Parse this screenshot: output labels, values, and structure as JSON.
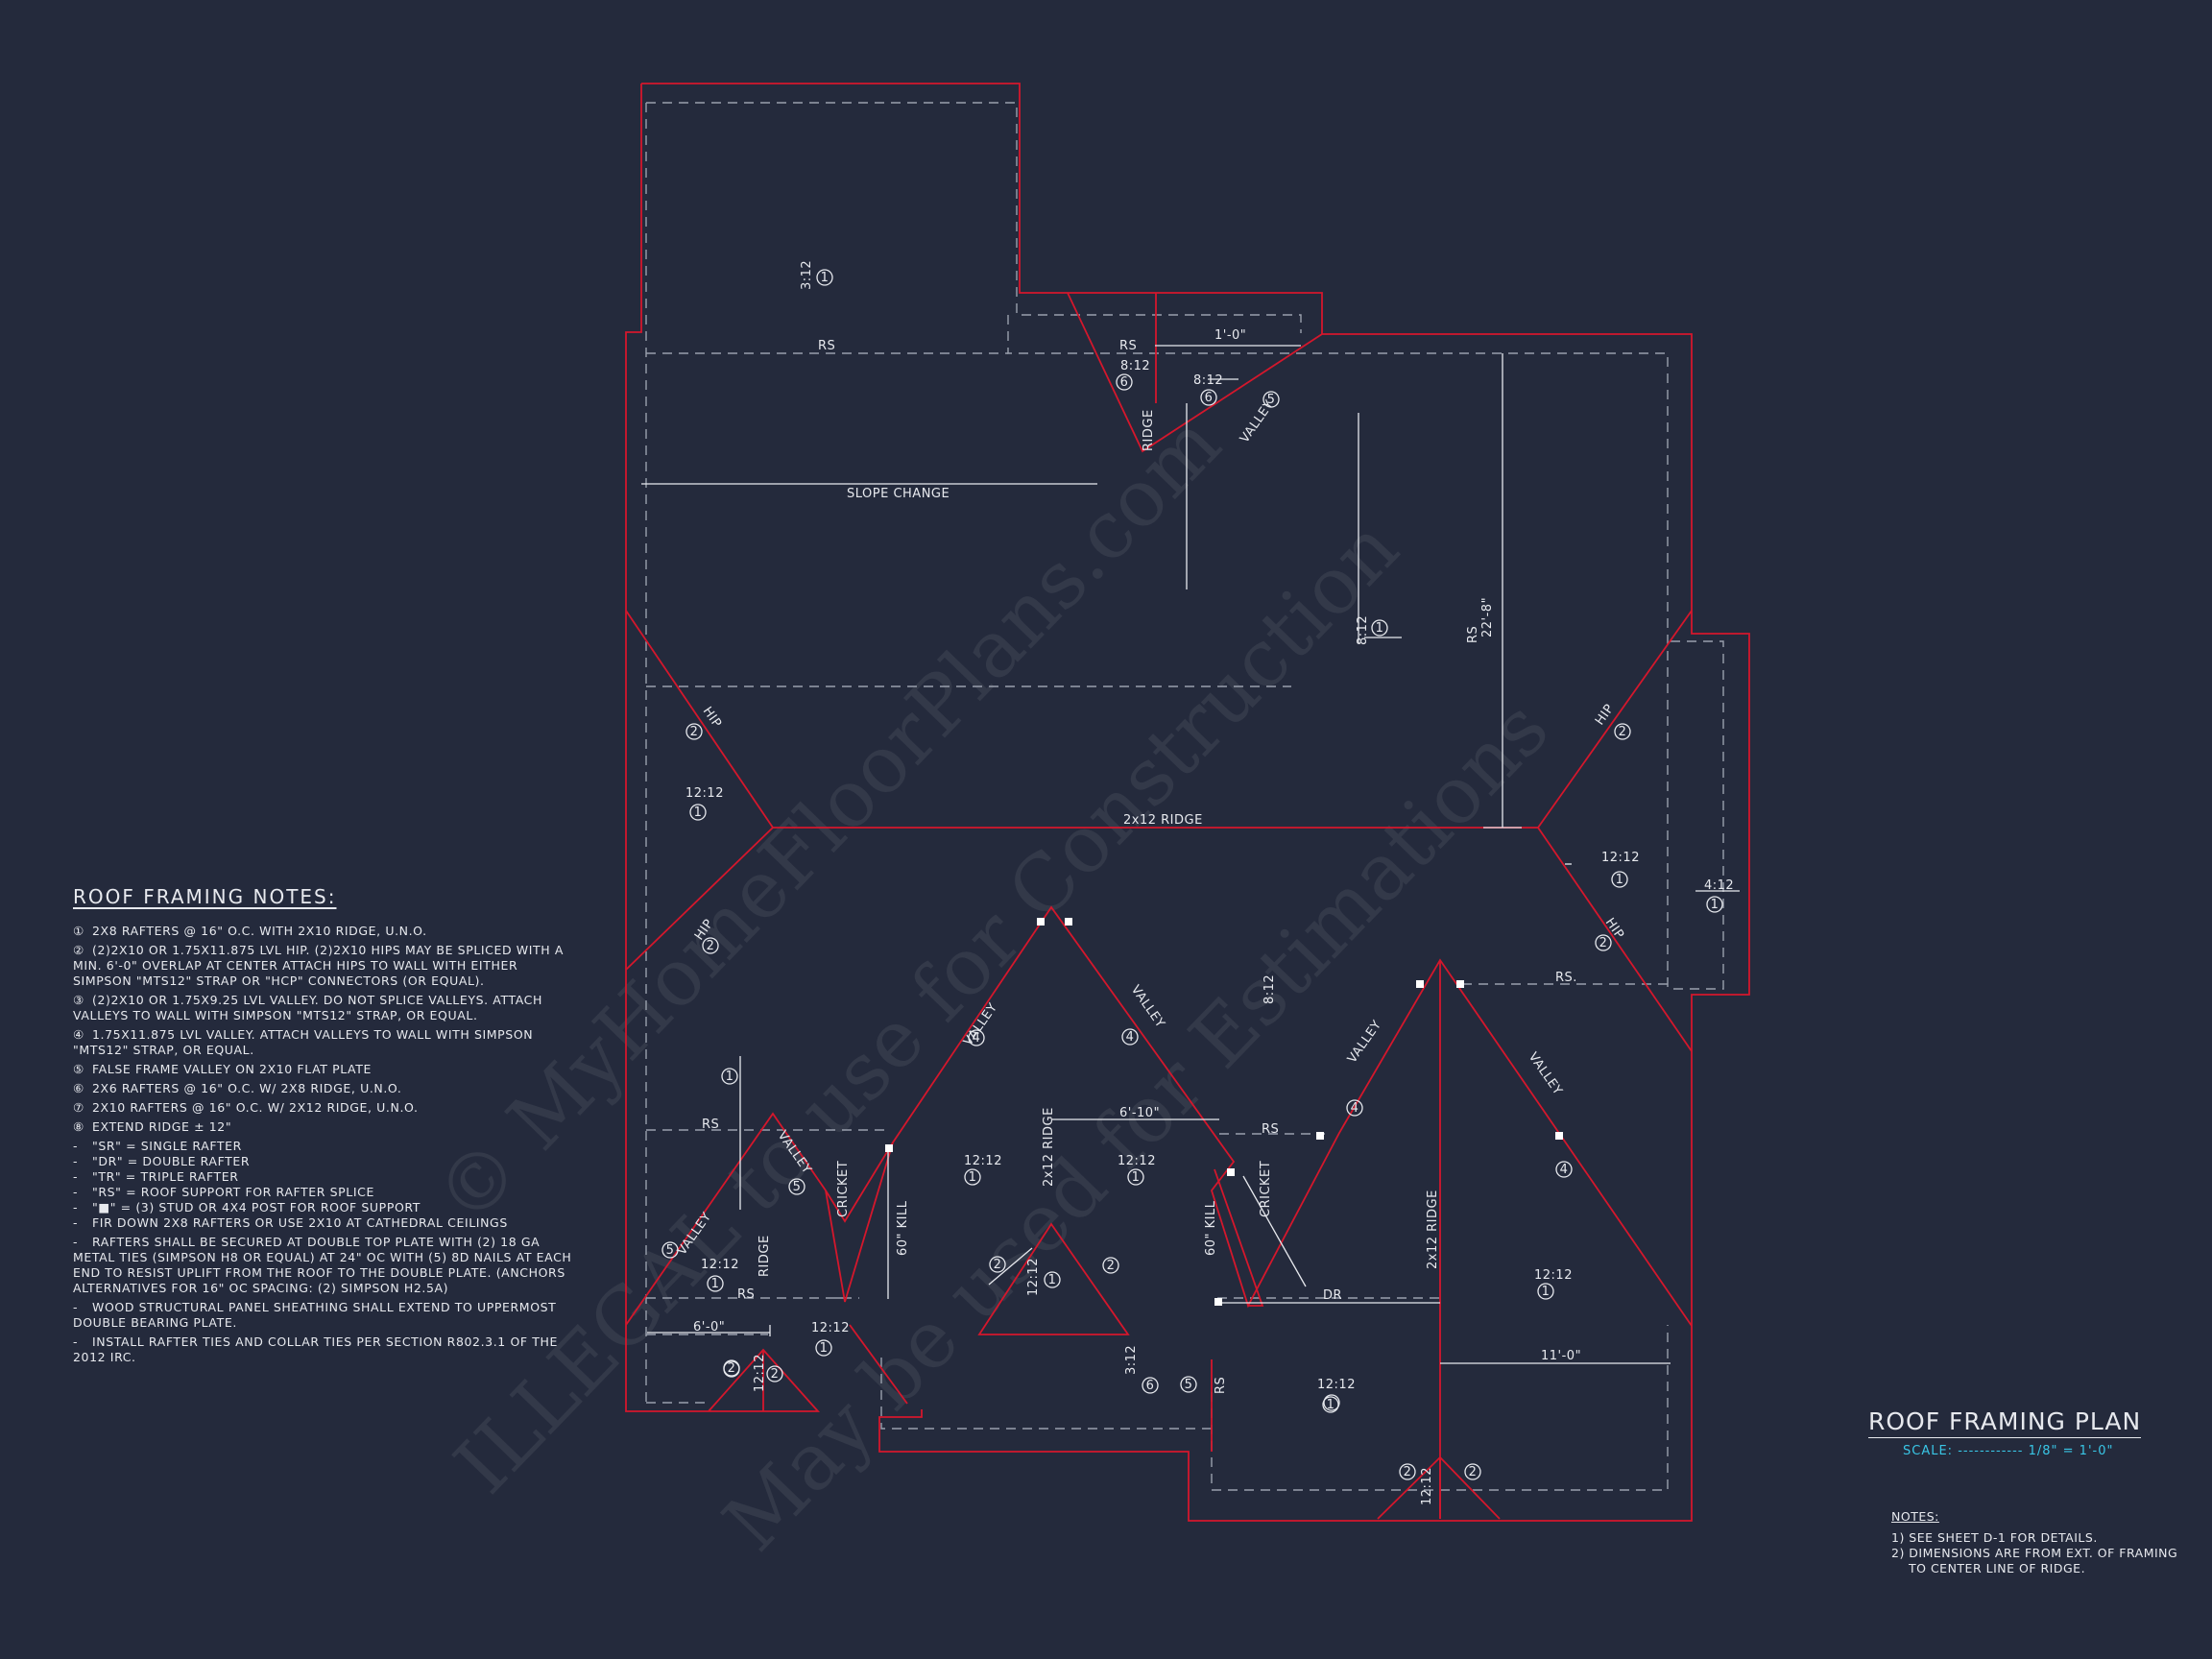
{
  "labels": {
    "rs": "RS",
    "rs_dot": "RS.",
    "slope_change": "SLOPE CHANGE",
    "ridge": "RIDGE",
    "ridge_2x12": "2x12 RIDGE",
    "valley": "VALLEY",
    "hip": "HIP",
    "cricket": "CRICKET",
    "dr": "DR",
    "kill_60": "60\" KILL",
    "dim_1_0": "1'-0\"",
    "dim_22_8": "22'-8\"",
    "dim_6_10": "6'-10\"",
    "dim_6_0": "6'-0\"",
    "dim_11_0": "11'-0\"",
    "p3": "3:12",
    "p4": "4:12",
    "p8": "8:12",
    "p12": "12:12",
    "c1": "1",
    "c2": "2",
    "c4": "4",
    "c5": "5",
    "c6": "6"
  },
  "notes": {
    "title": "ROOF FRAMING NOTES:",
    "items": [
      {
        "num": "①",
        "text": "2x8 RAFTERS @ 16\" O.C. WITH 2x10 RIDGE, U.N.O."
      },
      {
        "num": "②",
        "text": "(2)2x10 OR 1.75x11.875 LVL HIP. (2)2x10 HIPS MAY BE SPLICED WITH A MIN. 6'-0\" OVERLAP AT CENTER ATTACH HIPS TO WALL WITH EITHER SIMPSON \"MTS12\" STRAP OR \"HCP\" CONNECTORS (OR EQUAL)."
      },
      {
        "num": "③",
        "text": "(2)2x10 OR 1.75x9.25 LVL VALLEY. DO NOT SPLICE VALLEYS. ATTACH VALLEYS TO WALL WITH SIMPSON \"MTS12\" STRAP, OR EQUAL."
      },
      {
        "num": "④",
        "text": "1.75x11.875 LVL VALLEY. ATTACH VALLEYS TO WALL WITH SIMPSON \"MTS12\" STRAP, OR EQUAL."
      },
      {
        "num": "⑤",
        "text": "FALSE FRAME VALLEY ON 2x10 FLAT PLATE"
      },
      {
        "num": "⑥",
        "text": "2x6 RAFTERS @ 16\" O.C. W/ 2x8 RIDGE, U.N.O."
      },
      {
        "num": "⑦",
        "text": "2x10 RAFTERS @ 16\" O.C. W/ 2x12 RIDGE, U.N.O."
      },
      {
        "num": "⑧",
        "text": "EXTEND RIDGE ± 12\""
      },
      {
        "num": "-",
        "text": "\"SR\" = SINGLE RAFTER"
      },
      {
        "num": "-",
        "text": "\"DR\" = DOUBLE RAFTER"
      },
      {
        "num": "-",
        "text": "\"TR\" = TRIPLE RAFTER"
      },
      {
        "num": "-",
        "text": "\"RS\" = ROOF SUPPORT FOR RAFTER SPLICE"
      },
      {
        "num": "-",
        "text": "\"■\" = (3) STUD OR 4x4 POST FOR ROOF SUPPORT"
      },
      {
        "num": "-",
        "text": "FIR DOWN 2x8 RAFTERS OR USE 2x10 AT CATHEDRAL CEILINGS"
      },
      {
        "num": "-",
        "text": "RAFTERS SHALL BE SECURED AT DOUBLE TOP PLATE WITH (2) 18 GA METAL TIES (SIMPSON H8 OR EQUAL) AT 24\" OC WITH (5) 8d NAILS AT EACH END TO RESIST UPLIFT FROM THE ROOF TO THE DOUBLE PLATE. (ANCHORS ALTERNATIVES FOR 16\" OC SPACING: (2) SIMPSON H2.5A)"
      },
      {
        "num": "-",
        "text": "WOOD STRUCTURAL PANEL SHEATHING SHALL EXTEND TO UPPERMOST DOUBLE BEARING PLATE."
      },
      {
        "num": "-",
        "text": "INSTALL RAFTER TIES AND COLLAR TIES PER SECTION R802.3.1 OF THE 2012 IRC."
      }
    ]
  },
  "title_block": {
    "title": "ROOF FRAMING PLAN",
    "scale": "SCALE: ------------ 1/8\" = 1'-0\""
  },
  "sheet_notes": {
    "heading": "NOTES:",
    "items": [
      "1) SEE SHEET D-1 FOR DETAILS.",
      "2) DIMENSIONS ARE FROM EXT. OF FRAMING TO CENTER LINE OF RIDGE."
    ]
  },
  "watermark": {
    "line1": "© MyHomeFloorPlans.com",
    "line2": "ILLEGAL to use for Construction",
    "line3": "May be used for Estimations"
  },
  "colors": {
    "background": "#242a3c",
    "roof_line": "#d4172c",
    "drafting_line": "#e7e9ee",
    "scale_text": "#39c6e6"
  }
}
